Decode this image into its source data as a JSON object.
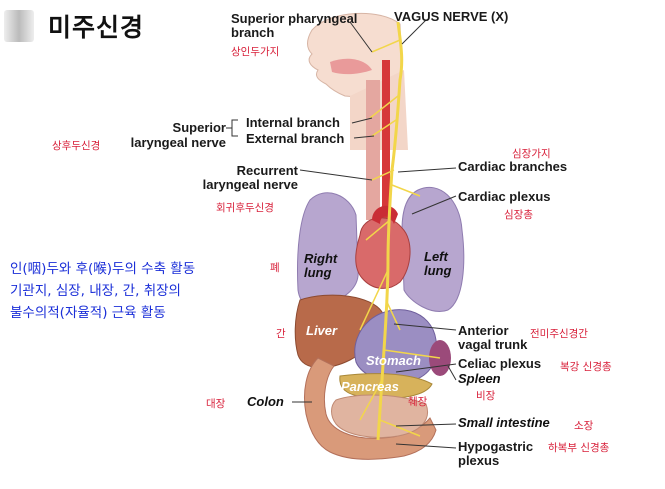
{
  "title": "미주신경",
  "description": [
    "인(咽)두와 후(喉)두의 수축 활동",
    "기관지, 심장, 내장, 간, 취장의",
    "불수의적(자율적) 근육 활동"
  ],
  "labels": {
    "superior_pharyngeal_l1": "Superior pharyngeal",
    "superior_pharyngeal_l2": "branch",
    "superior_pharyngeal_kr": "상인두가지",
    "vagus_nerve": "VAGUS NERVE (X)",
    "internal_branch": "Internal branch",
    "external_branch": "External branch",
    "superior_laryngeal_l1": "Superior",
    "superior_laryngeal_l2": "laryngeal nerve",
    "superior_laryngeal_kr": "상후두신경",
    "cardiac_branches_kr": "심장가지",
    "cardiac_branches": "Cardiac branches",
    "recurrent_l1": "Recurrent",
    "recurrent_l2": "laryngeal nerve",
    "recurrent_kr": "회귀후두신경",
    "cardiac_plexus": "Cardiac plexus",
    "cardiac_plexus_kr": "심장총",
    "right_lung_l1": "Right",
    "right_lung_l2": "lung",
    "left_lung_l1": "Left",
    "left_lung_l2": "lung",
    "lung_kr": "폐",
    "liver": "Liver",
    "liver_kr": "간",
    "anterior_l1": "Anterior",
    "anterior_l2": "vagal trunk",
    "anterior_kr": "전미주신경간",
    "stomach": "Stomach",
    "celiac_plexus": "Celiac plexus",
    "celiac_kr": "복강 신경총",
    "spleen": "Spleen",
    "spleen_kr": "비장",
    "pancreas": "Pancreas",
    "pancreas_kr": "췌장",
    "colon": "Colon",
    "colon_kr": "대장",
    "small_intestine": "Small intestine",
    "small_intestine_kr": "소장",
    "hypogastric_l1": "Hypogastric",
    "hypogastric_l2": "plexus",
    "hypogastric_kr": "하복부 신경총"
  }
}
